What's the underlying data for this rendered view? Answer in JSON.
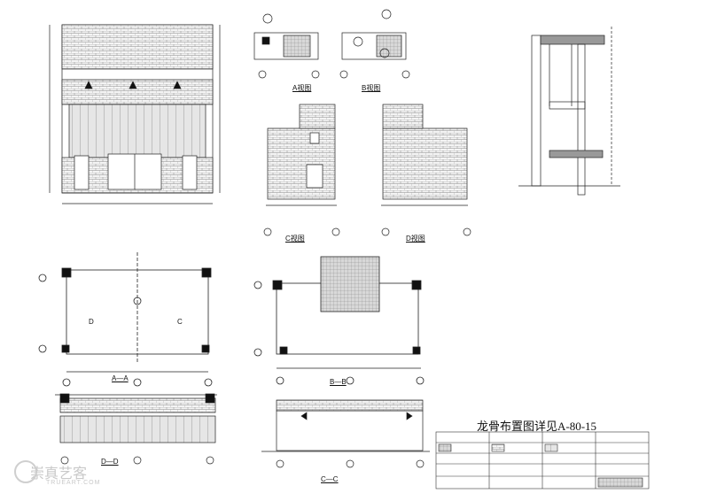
{
  "views": {
    "a": "A视图",
    "b": "B视图",
    "c": "C视图",
    "d": "D视图",
    "aa": "A—A",
    "bb": "B—B",
    "cc": "C—C",
    "dd": "D—D"
  },
  "note_title": "龙骨布置图详见A-80-15",
  "watermark": {
    "brand": "崇真艺客",
    "sub": "TRUEART.COM"
  },
  "plan_labels": {
    "c": "C",
    "d": "D"
  },
  "colors": {
    "line": "#222222",
    "hatch": "#9a9a9a"
  }
}
